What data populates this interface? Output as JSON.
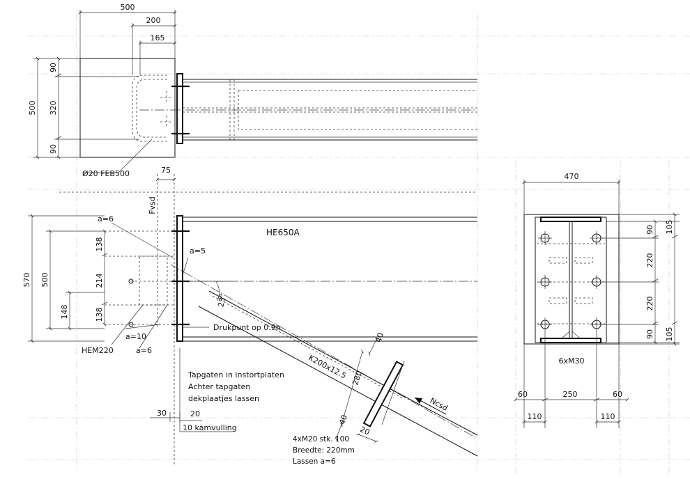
{
  "dims_top": {
    "d500_w": "500",
    "d200": "200",
    "d165": "165",
    "d500_h": "500",
    "d90_a": "90",
    "d320": "320",
    "d90_b": "90"
  },
  "rebar_label": "Ø20 FEB500",
  "dims_mid": {
    "d75": "75",
    "fvsd": "Fvsd",
    "a6_top": "a=6",
    "a5": "a=5",
    "d138_a": "138",
    "d214": "214",
    "d138_b": "138",
    "d500": "500",
    "d570": "570",
    "d148": "148",
    "a10": "a=10",
    "hem220": "HEM220",
    "a6_bot": "a=6",
    "angle": "23°",
    "d30": "30",
    "d20": "20",
    "kamvulling": "10 kamvulling"
  },
  "beam_label": "HE650A",
  "drukpunt": "Drukpunt op 0.9h",
  "strut": {
    "profile": "K200x12.5",
    "ncsd": "Ncsd",
    "d40_a": "40",
    "d280": "280",
    "d40_b": "40",
    "d20": "20"
  },
  "notes": [
    "Tapgaten in instortplaten",
    "Achter tapgaten",
    "dekplaatjes lassen"
  ],
  "bolt_notes": [
    "4xM20 stk. 100",
    "Breedte: 220mm",
    "Lassen a=6"
  ],
  "section": {
    "d470": "470",
    "d90_a": "90",
    "d105_a": "105",
    "d220_a": "220",
    "d220_b": "220",
    "d90_b": "90",
    "d105_b": "105",
    "bolts": "6xM30",
    "d60_a": "60",
    "d250": "250",
    "d60_b": "60",
    "d110_a": "110",
    "d110_b": "110"
  }
}
